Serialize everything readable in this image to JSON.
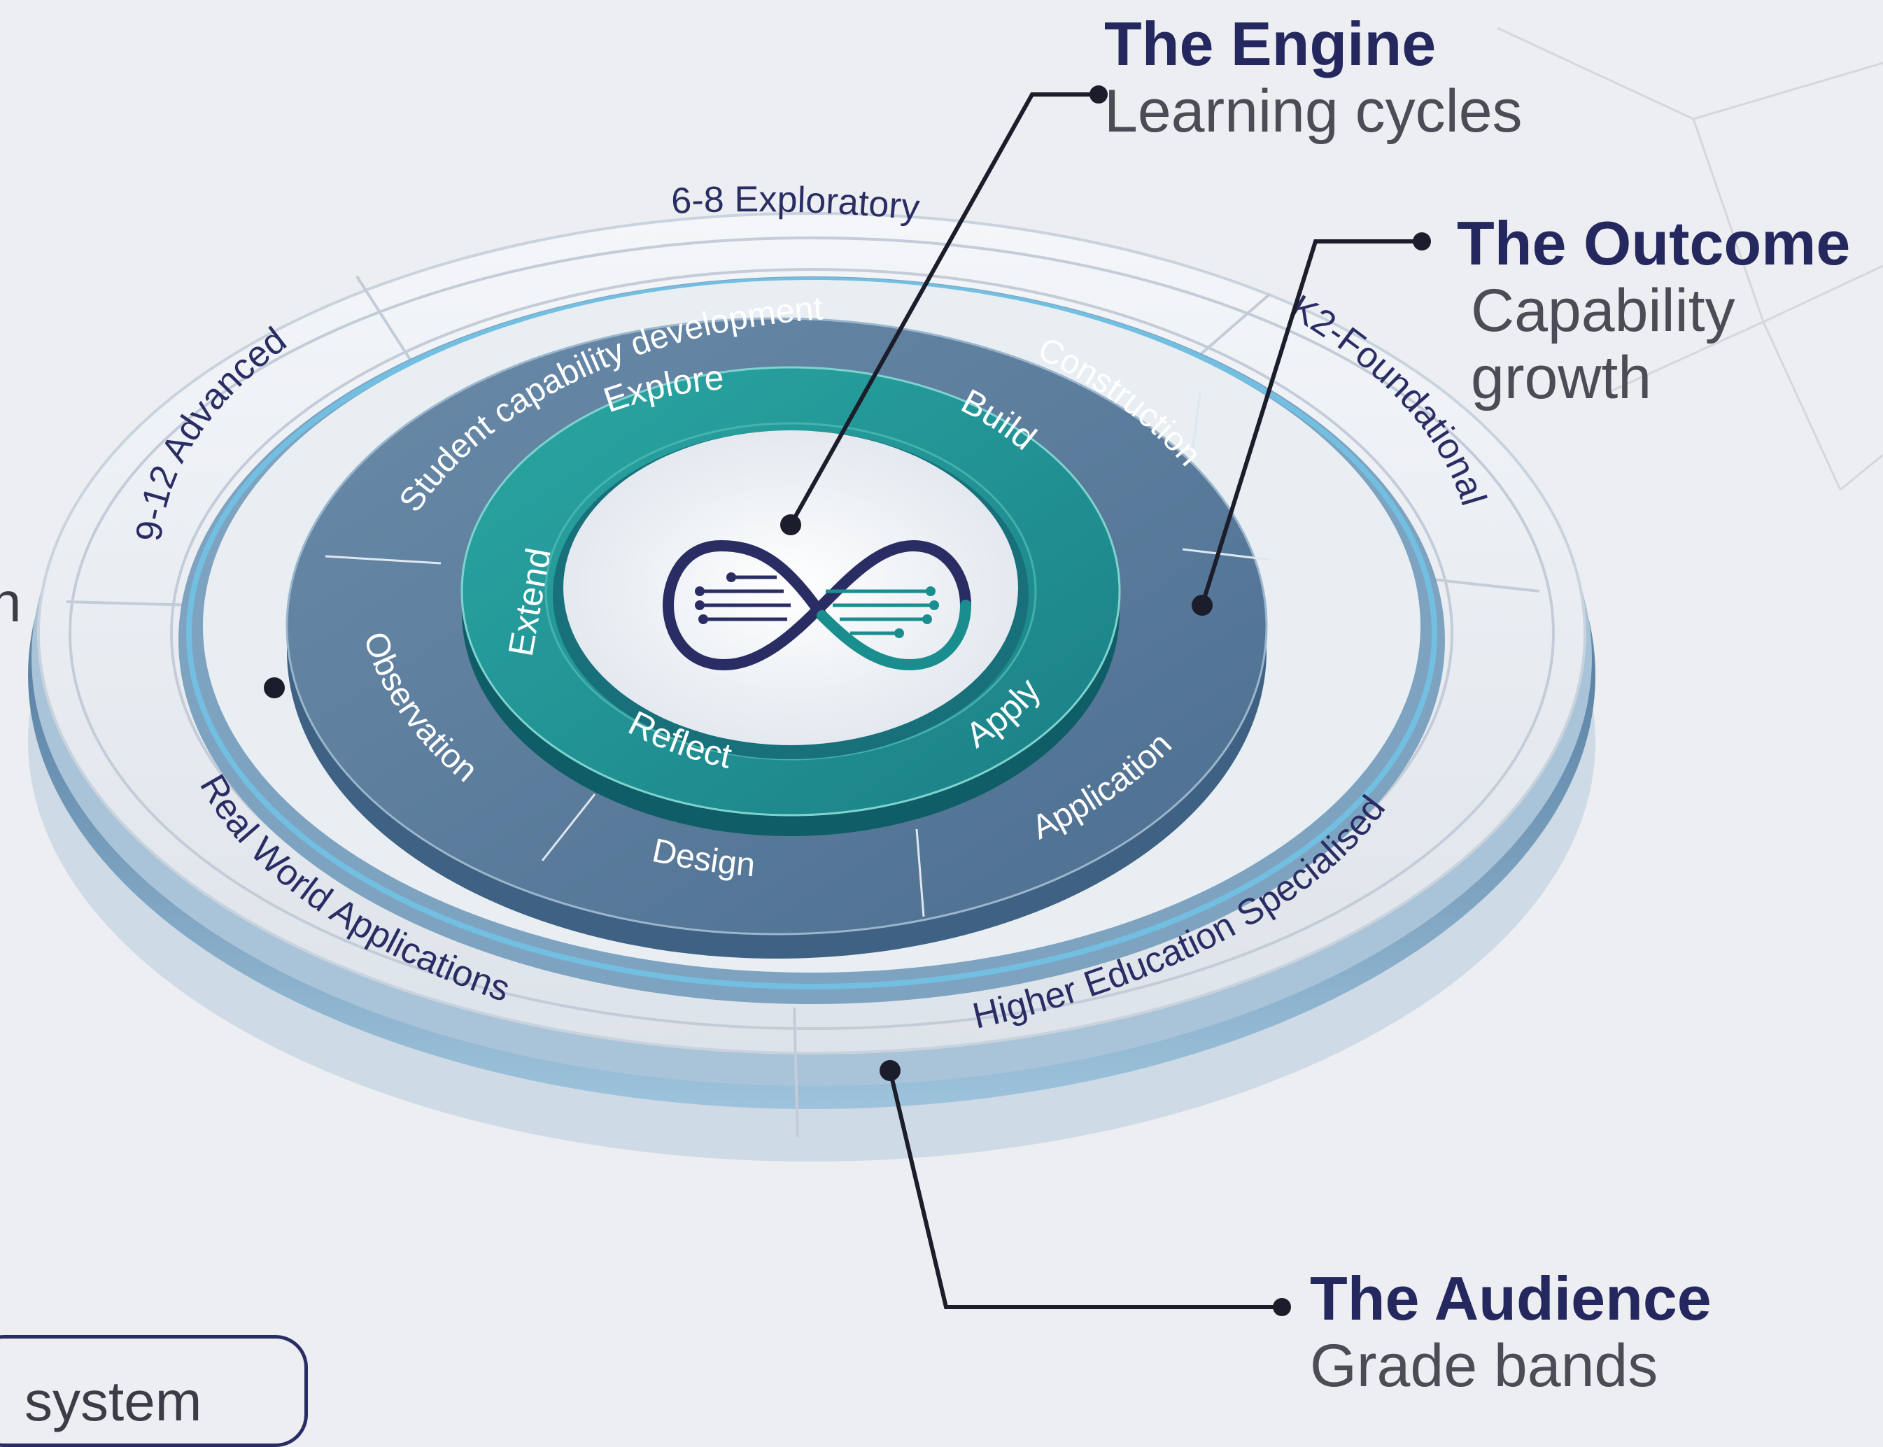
{
  "callouts": {
    "engine": {
      "title": "The Engine",
      "subtitle": "Learning cycles"
    },
    "outcome": {
      "title": "The Outcome",
      "subtitle_line1": "Capability",
      "subtitle_line2": "growth"
    },
    "audience": {
      "title": "The Audience",
      "subtitle": "Grade bands"
    }
  },
  "outer_ring": {
    "top": "6-8 Exploratory",
    "right": "K2-Foundational",
    "left": "9-12 Advanced",
    "bottom_left": "Real World Applications",
    "bottom_right": "Higher Education Specialised"
  },
  "middle_ring": {
    "arc_label": "Student capability development",
    "right": "Construction",
    "left": "Observation",
    "bottom": "Design",
    "bottom_right": "Application"
  },
  "inner_ring": {
    "top": "Explore",
    "right": "Build",
    "left": "Extend",
    "bottom": "Reflect",
    "bottom_right": "Apply"
  },
  "cropped_edge": {
    "pill_text": "system",
    "left_letter": "h"
  },
  "colors": {
    "navy": "#25285e",
    "teal": "#1a8e8f",
    "slate": "#55789a",
    "ring_light": "#e4e9ef",
    "glow": "#6fc6ea"
  }
}
